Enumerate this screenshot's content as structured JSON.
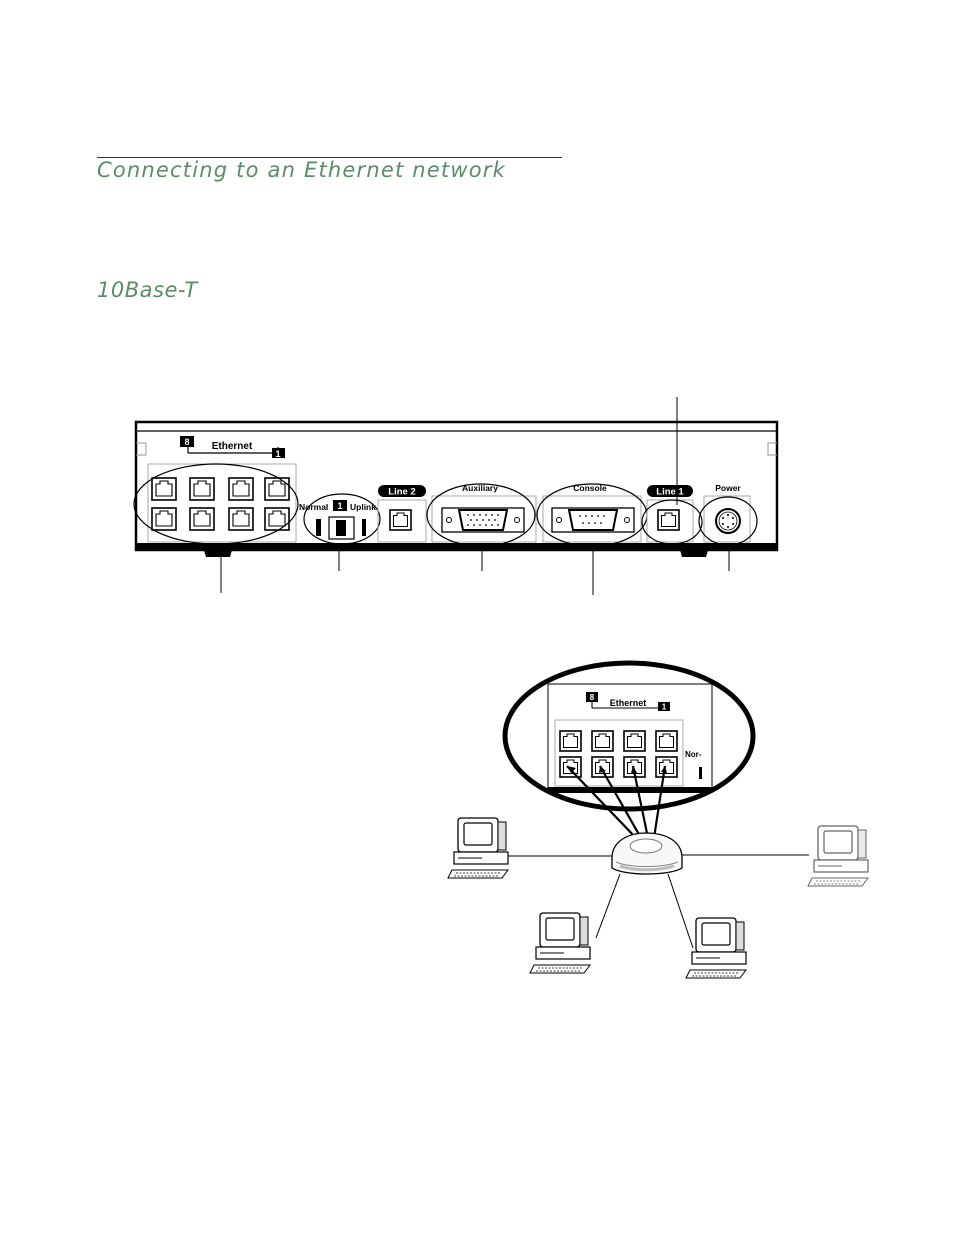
{
  "page": {
    "heading": "Connecting to an Ethernet network",
    "subheading": "10Base-T"
  },
  "panel": {
    "ethernet_label": "Ethernet",
    "port_high": "8",
    "port_low": "1",
    "normal_label": "Normal",
    "uplink_label": "Uplink",
    "switch_port": "1",
    "line2_label": "Line 2",
    "auxiliary_label": "Auxiliary",
    "console_label": "Console",
    "line1_label": "Line 1",
    "power_label": "Power"
  },
  "inset": {
    "ethernet_label": "Ethernet",
    "port_high": "8",
    "port_low": "1",
    "normal_label": "Nor-"
  }
}
